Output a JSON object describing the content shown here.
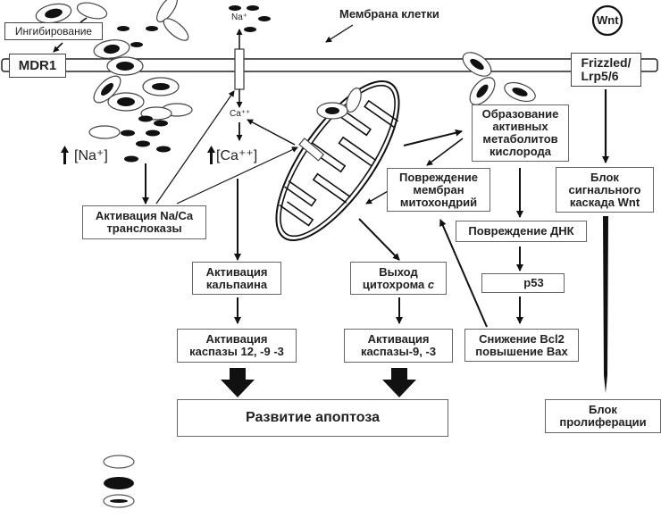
{
  "title": "Схема механизмов апоптоза",
  "membrane_label": "Мембрана клетки",
  "colors": {
    "line": "#111111",
    "box_border": "#666666",
    "text": "#222222",
    "fill": "#111111"
  },
  "nodes": {
    "inhibition": "Ингибирование",
    "mdr1": "MDR1",
    "wnt": "Wnt",
    "frizzled": "Frizzled/\nLrp5/6",
    "na_ion": "Na⁺",
    "ca_ion": "Ca⁺⁺",
    "na_increase": "[Na⁺]",
    "ca_increase": "[Ca⁺⁺]",
    "na_ca_translocase": "Активация Na/Ca\nтранслоказы",
    "ros_formation": "Образование\nактивных\nметаболитов\nкислорода",
    "mito_damage": "Повреждение\nмембран\nмитохондрий",
    "wnt_block": "Блок\nсигнального\nкаскада Wnt",
    "dna_damage": "Повреждение ДНК",
    "p53": "p53",
    "calpain": "Активация\nкальпаина",
    "cytochrome_c": "Выход\nцитохрома ",
    "cytochrome_c_italic": "с",
    "caspase_12_9_3": "Активация\nкаспазы 12, -9 -3",
    "caspase_9_3": "Активация\nкаспазы-9, -3",
    "bcl2_bax": "Снижение Bcl2\nповышение Bax",
    "apoptosis": "Развитие апоптоза",
    "proliferation_block": "Блок\nпролиферации"
  },
  "legend": [
    {
      "icon": "open-ellipse-icon"
    },
    {
      "icon": "filled-ellipse-icon"
    },
    {
      "icon": "ringed-ellipse-icon"
    }
  ]
}
